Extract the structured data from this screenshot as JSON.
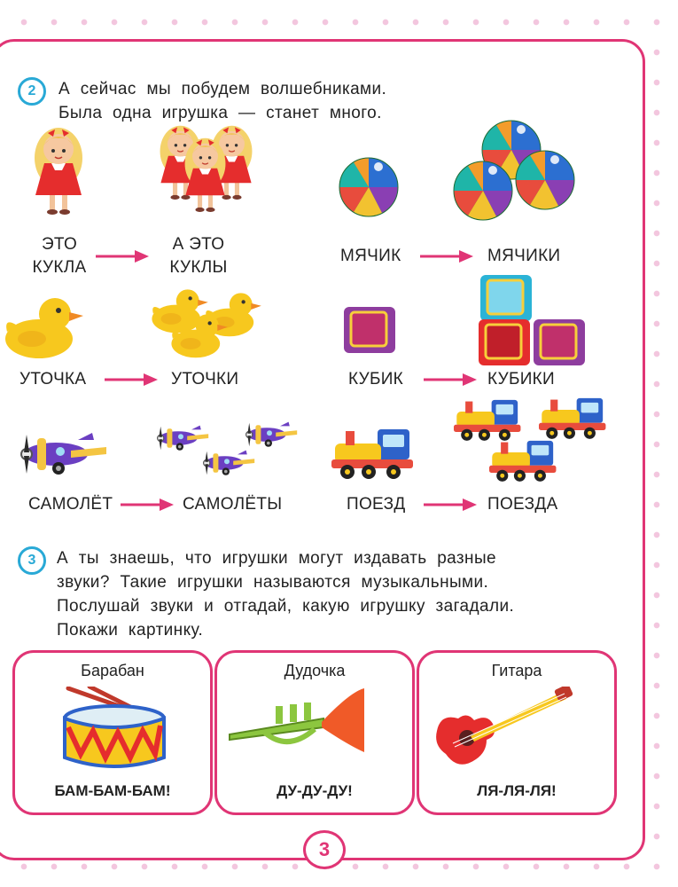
{
  "page_number": "3",
  "task2": {
    "number": "2",
    "lines": [
      "А сейчас мы побудем волшебниками.",
      "Была одна игрушка — станет много."
    ]
  },
  "pairs": {
    "doll": {
      "singular_top": "ЭТО",
      "singular": "КУКЛА",
      "plural_top": "А ЭТО",
      "plural": "КУКЛЫ"
    },
    "ball": {
      "singular": "МЯЧИК",
      "plural": "МЯЧИКИ"
    },
    "duck": {
      "singular": "УТОЧКА",
      "plural": "УТОЧКИ"
    },
    "cube": {
      "singular": "КУБИК",
      "plural": "КУБИКИ"
    },
    "plane": {
      "singular": "САМОЛЁТ",
      "plural": "САМОЛЁТЫ"
    },
    "train": {
      "singular": "ПОЕЗД",
      "plural": "ПОЕЗДА"
    }
  },
  "task3": {
    "number": "3",
    "lines": [
      "А ты знаешь, что игрушки могут издавать разные",
      "звуки? Такие игрушки называются музыкальными.",
      "Послушай звуки и отгадай, какую игрушку загадали.",
      "Покажи картинку."
    ]
  },
  "instruments": [
    {
      "name": "Барабан",
      "sound": "БАМ-БАМ-БАМ!",
      "icon": "drum-icon"
    },
    {
      "name": "Дудочка",
      "sound": "ДУ-ДУ-ДУ!",
      "icon": "trumpet-icon"
    },
    {
      "name": "Гитара",
      "sound": "ЛЯ-ЛЯ-ЛЯ!",
      "icon": "guitar-icon"
    }
  ],
  "colors": {
    "accent_pink": "#e03575",
    "number_blue": "#29a9d6"
  }
}
